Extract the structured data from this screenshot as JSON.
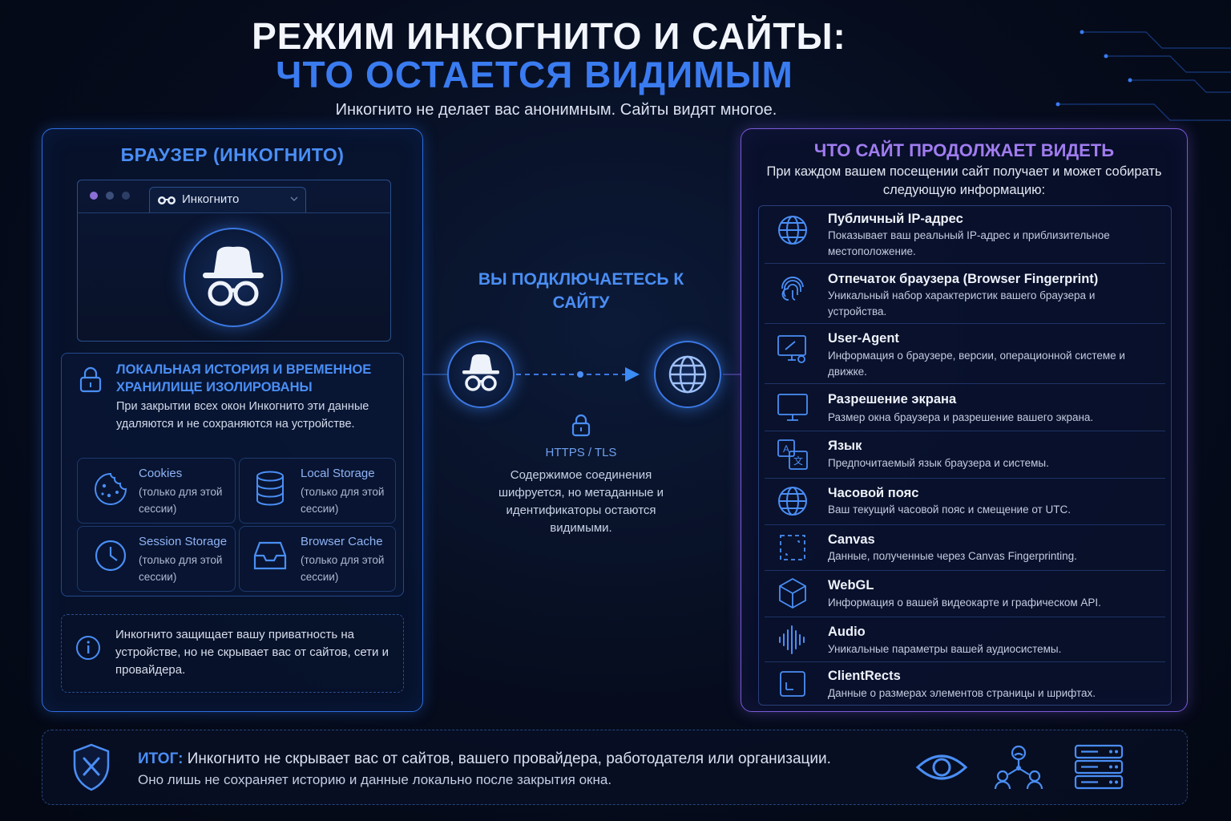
{
  "header": {
    "title_line1": "РЕЖИМ ИНКОГНИТО И САЙТЫ:",
    "title_line2": "ЧТО ОСТАЕТСЯ ВИДИМЫМ",
    "subtitle": "Инкогнито не делает вас анонимным. Сайты видят многое."
  },
  "left_panel": {
    "heading": "БРАУЗЕР (ИНКОГНИТО)",
    "browser_tab_label": "Инкогнито",
    "isolated": {
      "title": "ЛОКАЛЬНАЯ ИСТОРИЯ И ВРЕМЕННОЕ ХРАНИЛИЩЕ ИЗОЛИРОВАНЫ",
      "description": "При закрытии всех окон Инкогнито эти данные удаляются и не сохраняются на устройстве.",
      "storage_items": [
        {
          "title": "Cookies",
          "subtitle": "(только для этой сессии)",
          "icon": "cookie-icon"
        },
        {
          "title": "Local Storage",
          "subtitle": "(только для этой сессии)",
          "icon": "database-icon"
        },
        {
          "title": "Session Storage",
          "subtitle": "(только для этой сессии)",
          "icon": "clock-icon"
        },
        {
          "title": "Browser Cache",
          "subtitle": "(только для этой сессии)",
          "icon": "inbox-icon"
        }
      ]
    },
    "info_note": "Инкогнито защищает вашу приватность на устройстве, но не скрывает вас от сайтов, сети и провайдера."
  },
  "middle": {
    "heading": "ВЫ ПОДКЛЮЧАЕТЕСЬ К САЙТУ",
    "protocol": "HTTPS / TLS",
    "description": "Содержимое соединения шифруется, но метаданные и идентификаторы остаются видимыми."
  },
  "right_panel": {
    "heading": "ЧТО САЙТ ПРОДОЛЖАЕТ ВИДЕТЬ",
    "subheading": "При каждом вашем посещении сайт получает и может собирать следующую информацию:",
    "items": [
      {
        "title": "Публичный IP-адрес",
        "description": "Показывает ваш реальный IP-адрес и приблизительное местоположение.",
        "icon": "globe-icon"
      },
      {
        "title": "Отпечаток браузера (Browser Fingerprint)",
        "description": "Уникальный набор характеристик вашего браузера и устройства.",
        "icon": "fingerprint-icon"
      },
      {
        "title": "User-Agent",
        "description": "Информация о браузере, версии, операционной системе и движке.",
        "icon": "monitor-gear-icon"
      },
      {
        "title": "Разрешение экрана",
        "description": "Размер окна браузера и разрешение вашего экрана.",
        "icon": "monitor-icon"
      },
      {
        "title": "Язык",
        "description": "Предпочитаемый язык браузера и системы.",
        "icon": "translate-icon"
      },
      {
        "title": "Часовой пояс",
        "description": "Ваш текущий часовой пояс и смещение от UTC.",
        "icon": "globe-icon"
      },
      {
        "title": "Canvas",
        "description": "Данные, полученные через Canvas Fingerprinting.",
        "icon": "canvas-icon"
      },
      {
        "title": "WebGL",
        "description": "Информация о вашей видеокарте и графическом API.",
        "icon": "cube-icon"
      },
      {
        "title": "Audio",
        "description": "Уникальные параметры вашей аудиосистемы.",
        "icon": "waveform-icon"
      },
      {
        "title": "ClientRects",
        "description": "Данные о размерах элементов страницы и шрифтах.",
        "icon": "rect-icon"
      }
    ]
  },
  "summary": {
    "label": "ИТОГ:",
    "line1": "Инкогнито не скрывает вас от сайтов, вашего провайдера, работодателя или организации.",
    "line2": "Оно лишь не сохраняет историю и данные локально после закрытия окна."
  },
  "colors": {
    "accent_blue": "#4a8ef5",
    "accent_purple": "#a07cf0",
    "background": "#060c1d"
  }
}
